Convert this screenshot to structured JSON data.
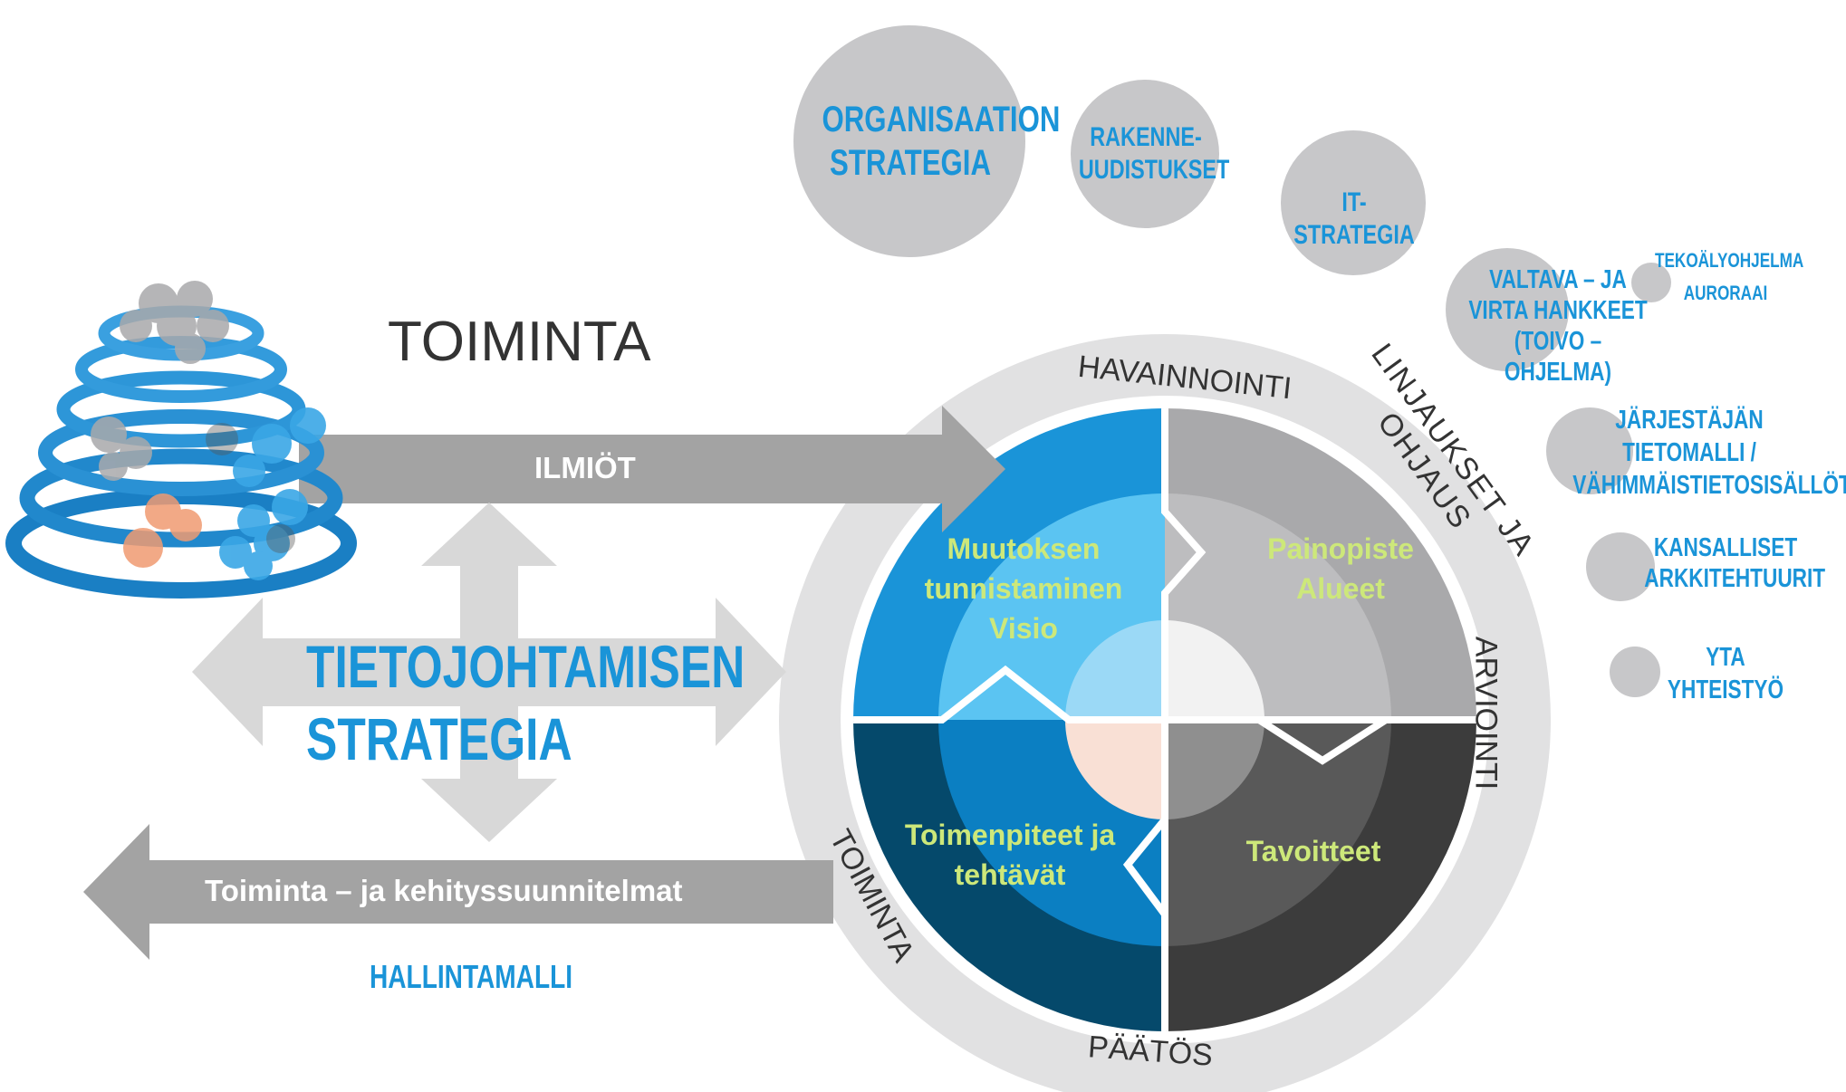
{
  "colors": {
    "accent_blue": "#1a94d8",
    "light_blue": "#5bc4f2",
    "dark_navy": "#05496b",
    "gray_bubble": "#c7c7c9",
    "ring_gray": "#e1e1e2",
    "arrow_gray": "#9e9e9e",
    "label_green": "#cde87a"
  },
  "toiminta_title": "TOIMINTA",
  "ilmiot_label": "ILMIÖT",
  "strategy_title_line1": "TIETOJOHTAMISEN",
  "strategy_title_line2": "STRATEGIA",
  "return_arrow_label": "Toiminta – ja kehityssuunnitelmat",
  "hallintamalli": "HALLINTAMALLI",
  "ring_labels": {
    "top": "HAVAINNOINTI",
    "right": "ARVIOINTI",
    "bottom": "PÄÄTÖS",
    "left": "TOIMINTA",
    "outer_arc": "LINJAUKSET JA OHJAUS"
  },
  "quadrants": {
    "top_left": [
      "Muutoksen",
      "tunnistaminen",
      "Visio"
    ],
    "top_right": [
      "Painopiste",
      "Alueet"
    ],
    "bottom_left": [
      "Toimenpiteet ja",
      "tehtävät"
    ],
    "bottom_right": [
      "Tavoitteet"
    ]
  },
  "bubbles": {
    "organisaation": [
      "ORGANISAATION",
      "STRATEGIA"
    ],
    "rakenne": [
      "RAKENNE-",
      "UUDISTUKSET"
    ],
    "it": [
      "IT- STRATEGIA"
    ],
    "valtava": [
      "VALTAVA – JA",
      "VIRTA HANKKEET",
      "(TOIVO – OHJELMA)"
    ],
    "tekoaly": [
      "TEKOÄLYOHJELMA",
      "AURORAAI"
    ],
    "jarjestajan": [
      "JÄRJESTÄJÄN",
      "TIETOMALLI /",
      "VÄHIMMÄISTIETOSISÄLLÖT"
    ],
    "kansalliset": [
      "KANSALLISET",
      "ARKKITEHTUURIT"
    ],
    "yta": [
      "YTA",
      "YHTEISTYÖ"
    ]
  }
}
